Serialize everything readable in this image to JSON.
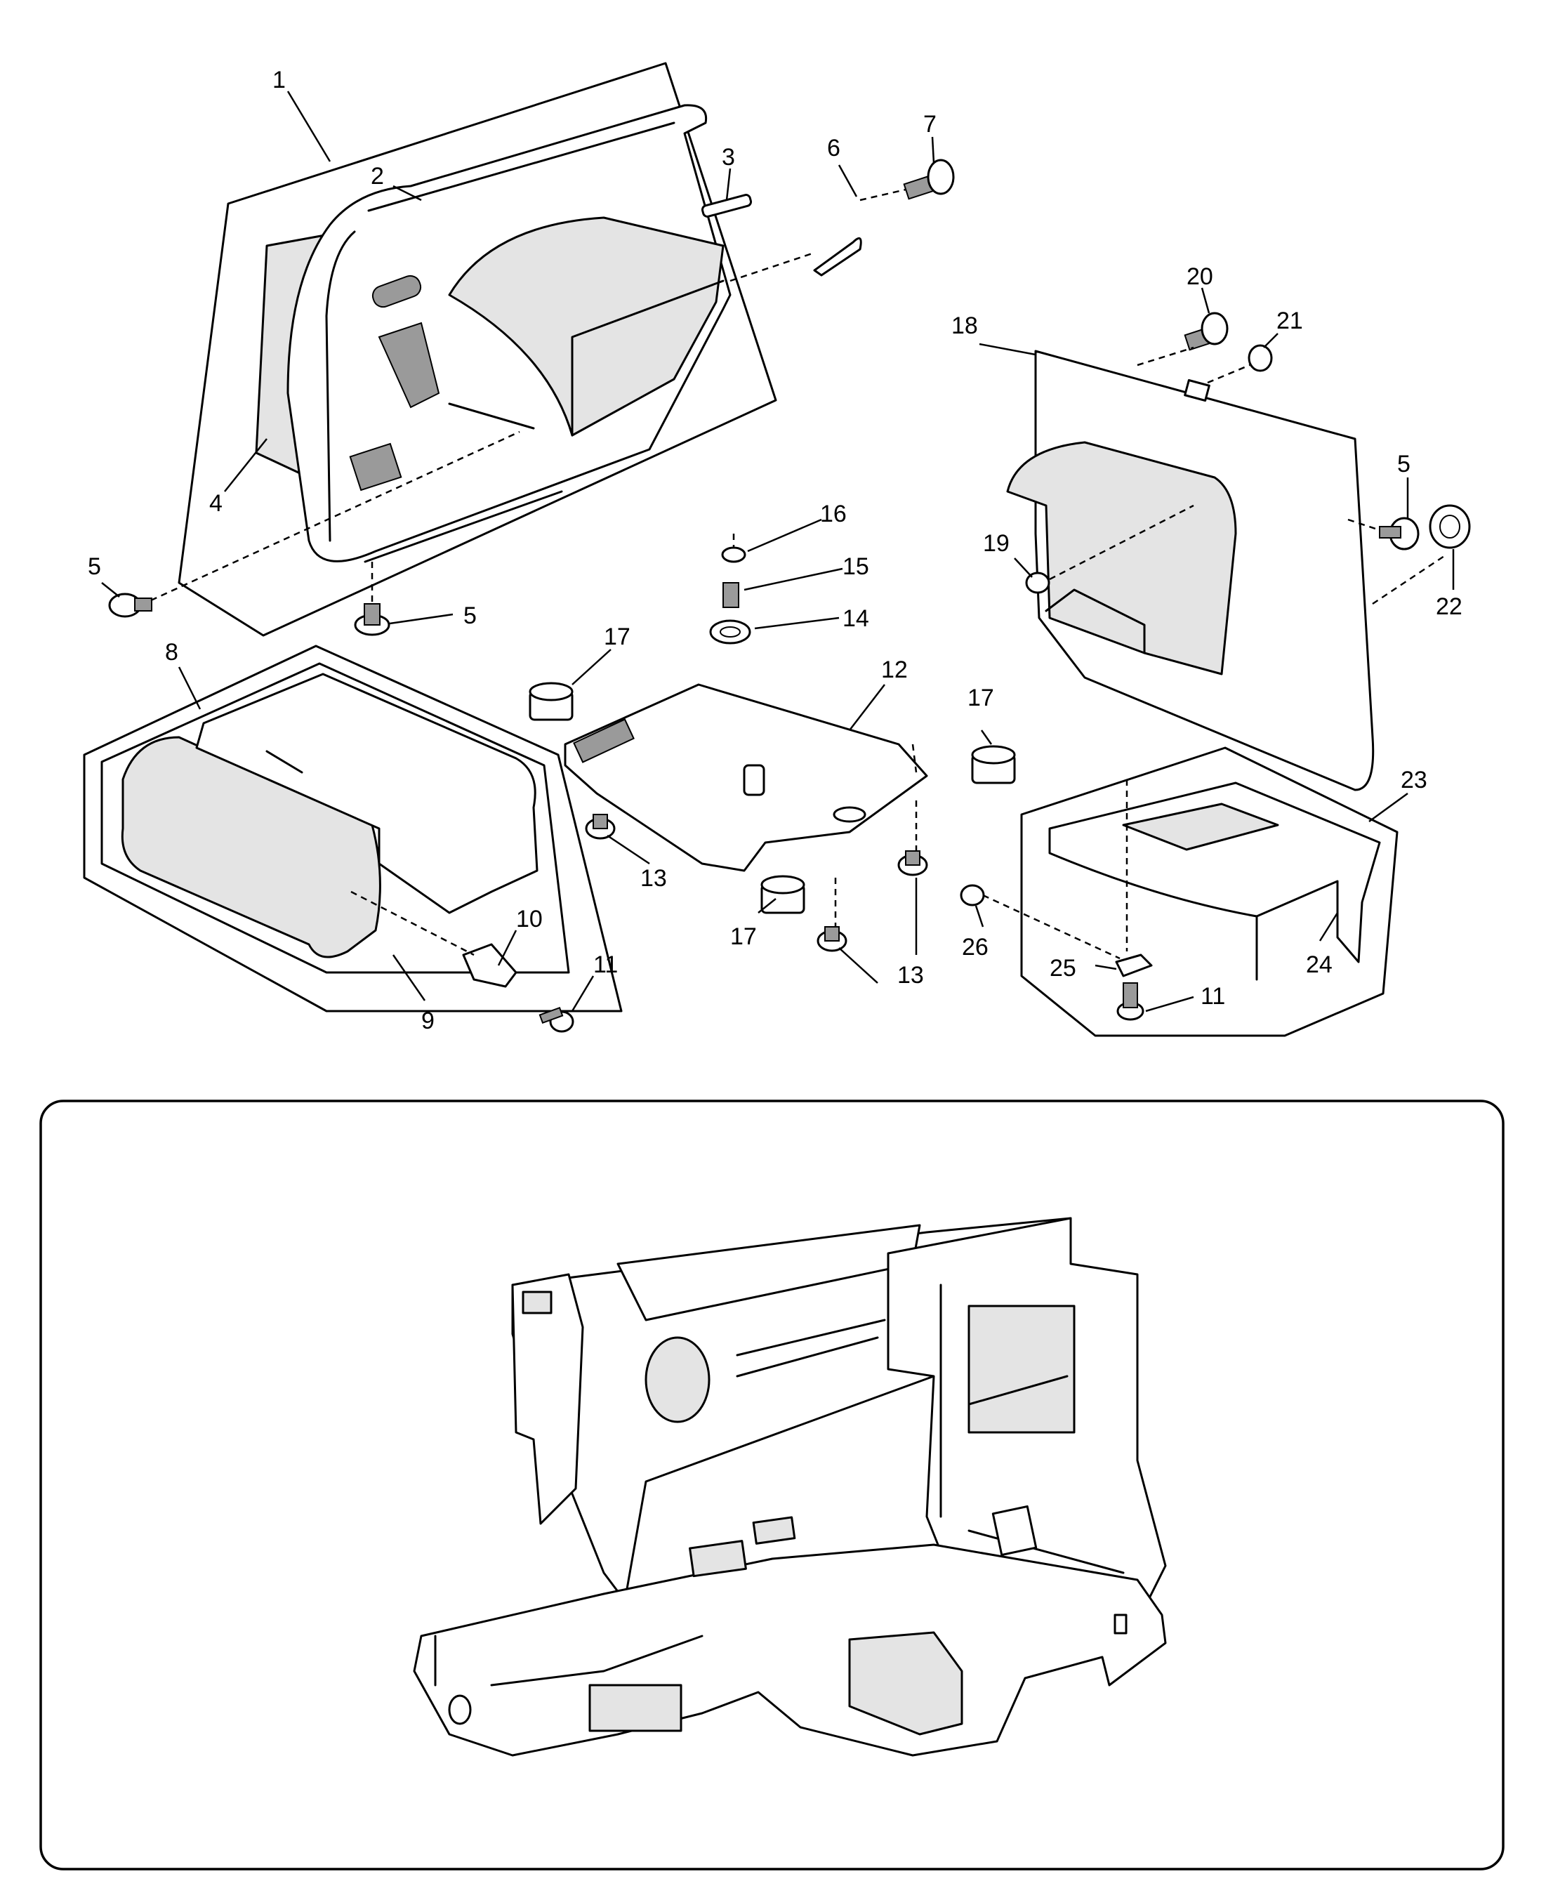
{
  "colors": {
    "line": "#000000",
    "background": "#ffffff",
    "panel_fill": "#e4e4e4",
    "hardware_fill": "#9a9a9a"
  },
  "callouts": [
    {
      "id": "c1",
      "label": "1"
    },
    {
      "id": "c2",
      "label": "2"
    },
    {
      "id": "c3",
      "label": "3"
    },
    {
      "id": "c4",
      "label": "4"
    },
    {
      "id": "c5a",
      "label": "5"
    },
    {
      "id": "c5b",
      "label": "5"
    },
    {
      "id": "c5c",
      "label": "5"
    },
    {
      "id": "c6",
      "label": "6"
    },
    {
      "id": "c7",
      "label": "7"
    },
    {
      "id": "c8",
      "label": "8"
    },
    {
      "id": "c9",
      "label": "9"
    },
    {
      "id": "c10",
      "label": "10"
    },
    {
      "id": "c11a",
      "label": "11"
    },
    {
      "id": "c11b",
      "label": "11"
    },
    {
      "id": "c12",
      "label": "12"
    },
    {
      "id": "c13a",
      "label": "13"
    },
    {
      "id": "c13b",
      "label": "13"
    },
    {
      "id": "c14",
      "label": "14"
    },
    {
      "id": "c15",
      "label": "15"
    },
    {
      "id": "c16",
      "label": "16"
    },
    {
      "id": "c17a",
      "label": "17"
    },
    {
      "id": "c17b",
      "label": "17"
    },
    {
      "id": "c17c",
      "label": "17"
    },
    {
      "id": "c18",
      "label": "18"
    },
    {
      "id": "c19",
      "label": "19"
    },
    {
      "id": "c20",
      "label": "20"
    },
    {
      "id": "c21",
      "label": "21"
    },
    {
      "id": "c22",
      "label": "22"
    },
    {
      "id": "c23",
      "label": "23"
    },
    {
      "id": "c24",
      "label": "24"
    },
    {
      "id": "c25",
      "label": "25"
    },
    {
      "id": "c26",
      "label": "26"
    }
  ]
}
